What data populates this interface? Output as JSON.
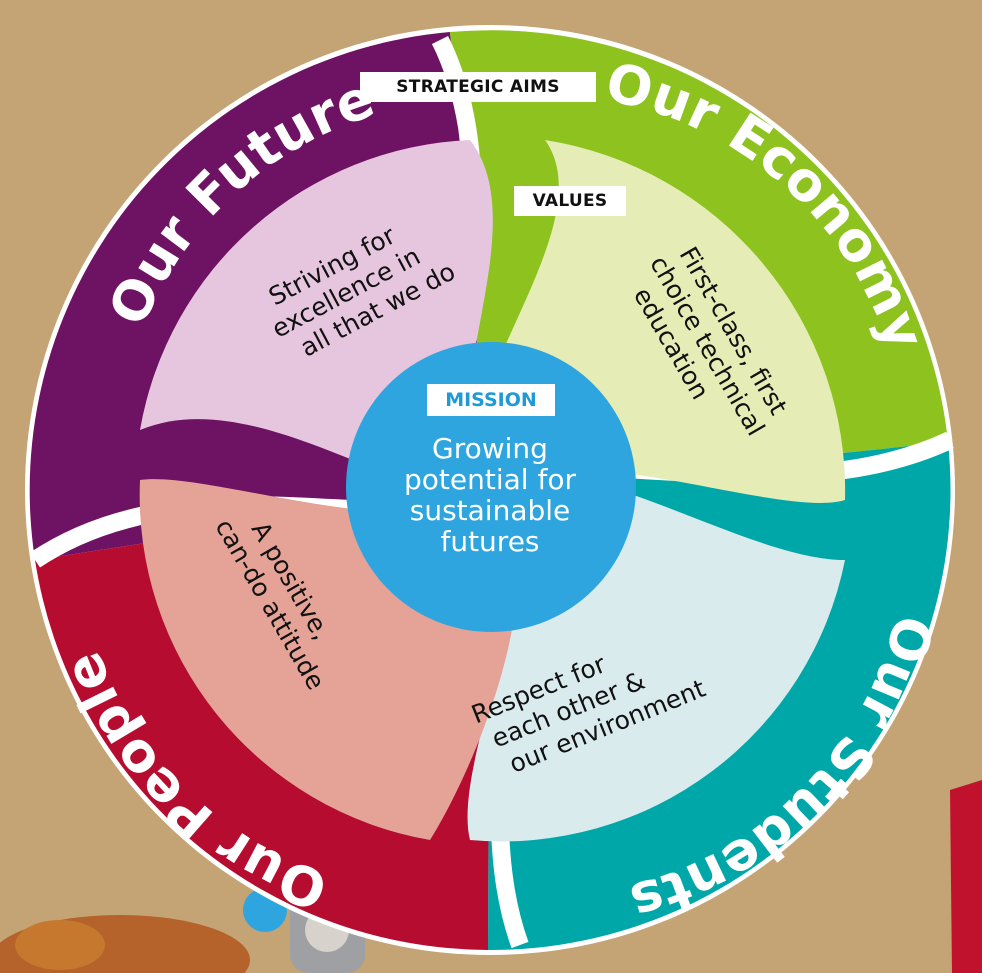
{
  "labels": {
    "strategic_aims": "STRATEGIC AIMS",
    "values": "VALUES",
    "mission": "MISSION"
  },
  "mission": {
    "lines": [
      "Growing",
      "potential for",
      "sustainable",
      "futures"
    ]
  },
  "aims": {
    "future": "Our Future",
    "economy": "Our Economy",
    "students": "Our Students",
    "people": "Our People"
  },
  "values": {
    "future": [
      "Striving for",
      "excellence in",
      "all that we do"
    ],
    "economy": [
      "First-class, first",
      "choice technical",
      "education"
    ],
    "students": [
      "Respect for",
      "each other &",
      "our environment"
    ],
    "people": [
      "A positive,",
      "can-do attitude"
    ]
  },
  "colors": {
    "future_outer": "#6e1263",
    "future_inner": "#e6c6de",
    "economy_outer": "#8dc21f",
    "economy_inner": "#e6ecb5",
    "students_outer": "#00a7a8",
    "students_inner": "#d9ebed",
    "people_outer": "#b50c30",
    "people_inner": "#e5a296",
    "mission": "#2ea5de",
    "background": "#c9a77a"
  }
}
